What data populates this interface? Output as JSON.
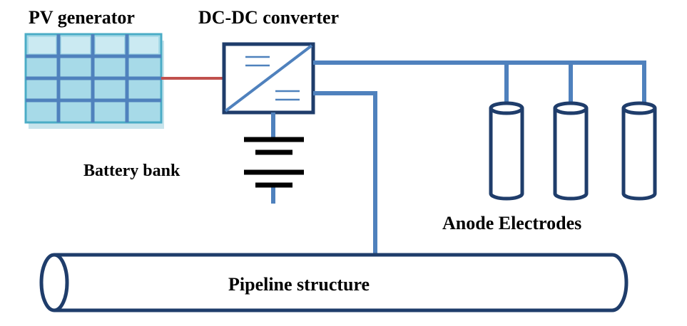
{
  "labels": {
    "pv_generator": "PV generator",
    "dc_dc_converter": "DC-DC converter",
    "battery_bank": "Battery bank",
    "anode_electrodes": "Anode Electrodes",
    "pipeline_structure": "Pipeline structure"
  },
  "colors": {
    "wire": "#4f81bd",
    "outline": "#1f3d6b",
    "pv_link": "#c0504d",
    "panel_fill": "#9fd4e2",
    "panel_grid": "#4f81bd",
    "panel_border": "#4bacc6",
    "battery": "#000000"
  },
  "icons": {
    "converter": "dc-dc-converter-icon",
    "battery": "battery-icon",
    "solar": "solar-panel-icon"
  }
}
